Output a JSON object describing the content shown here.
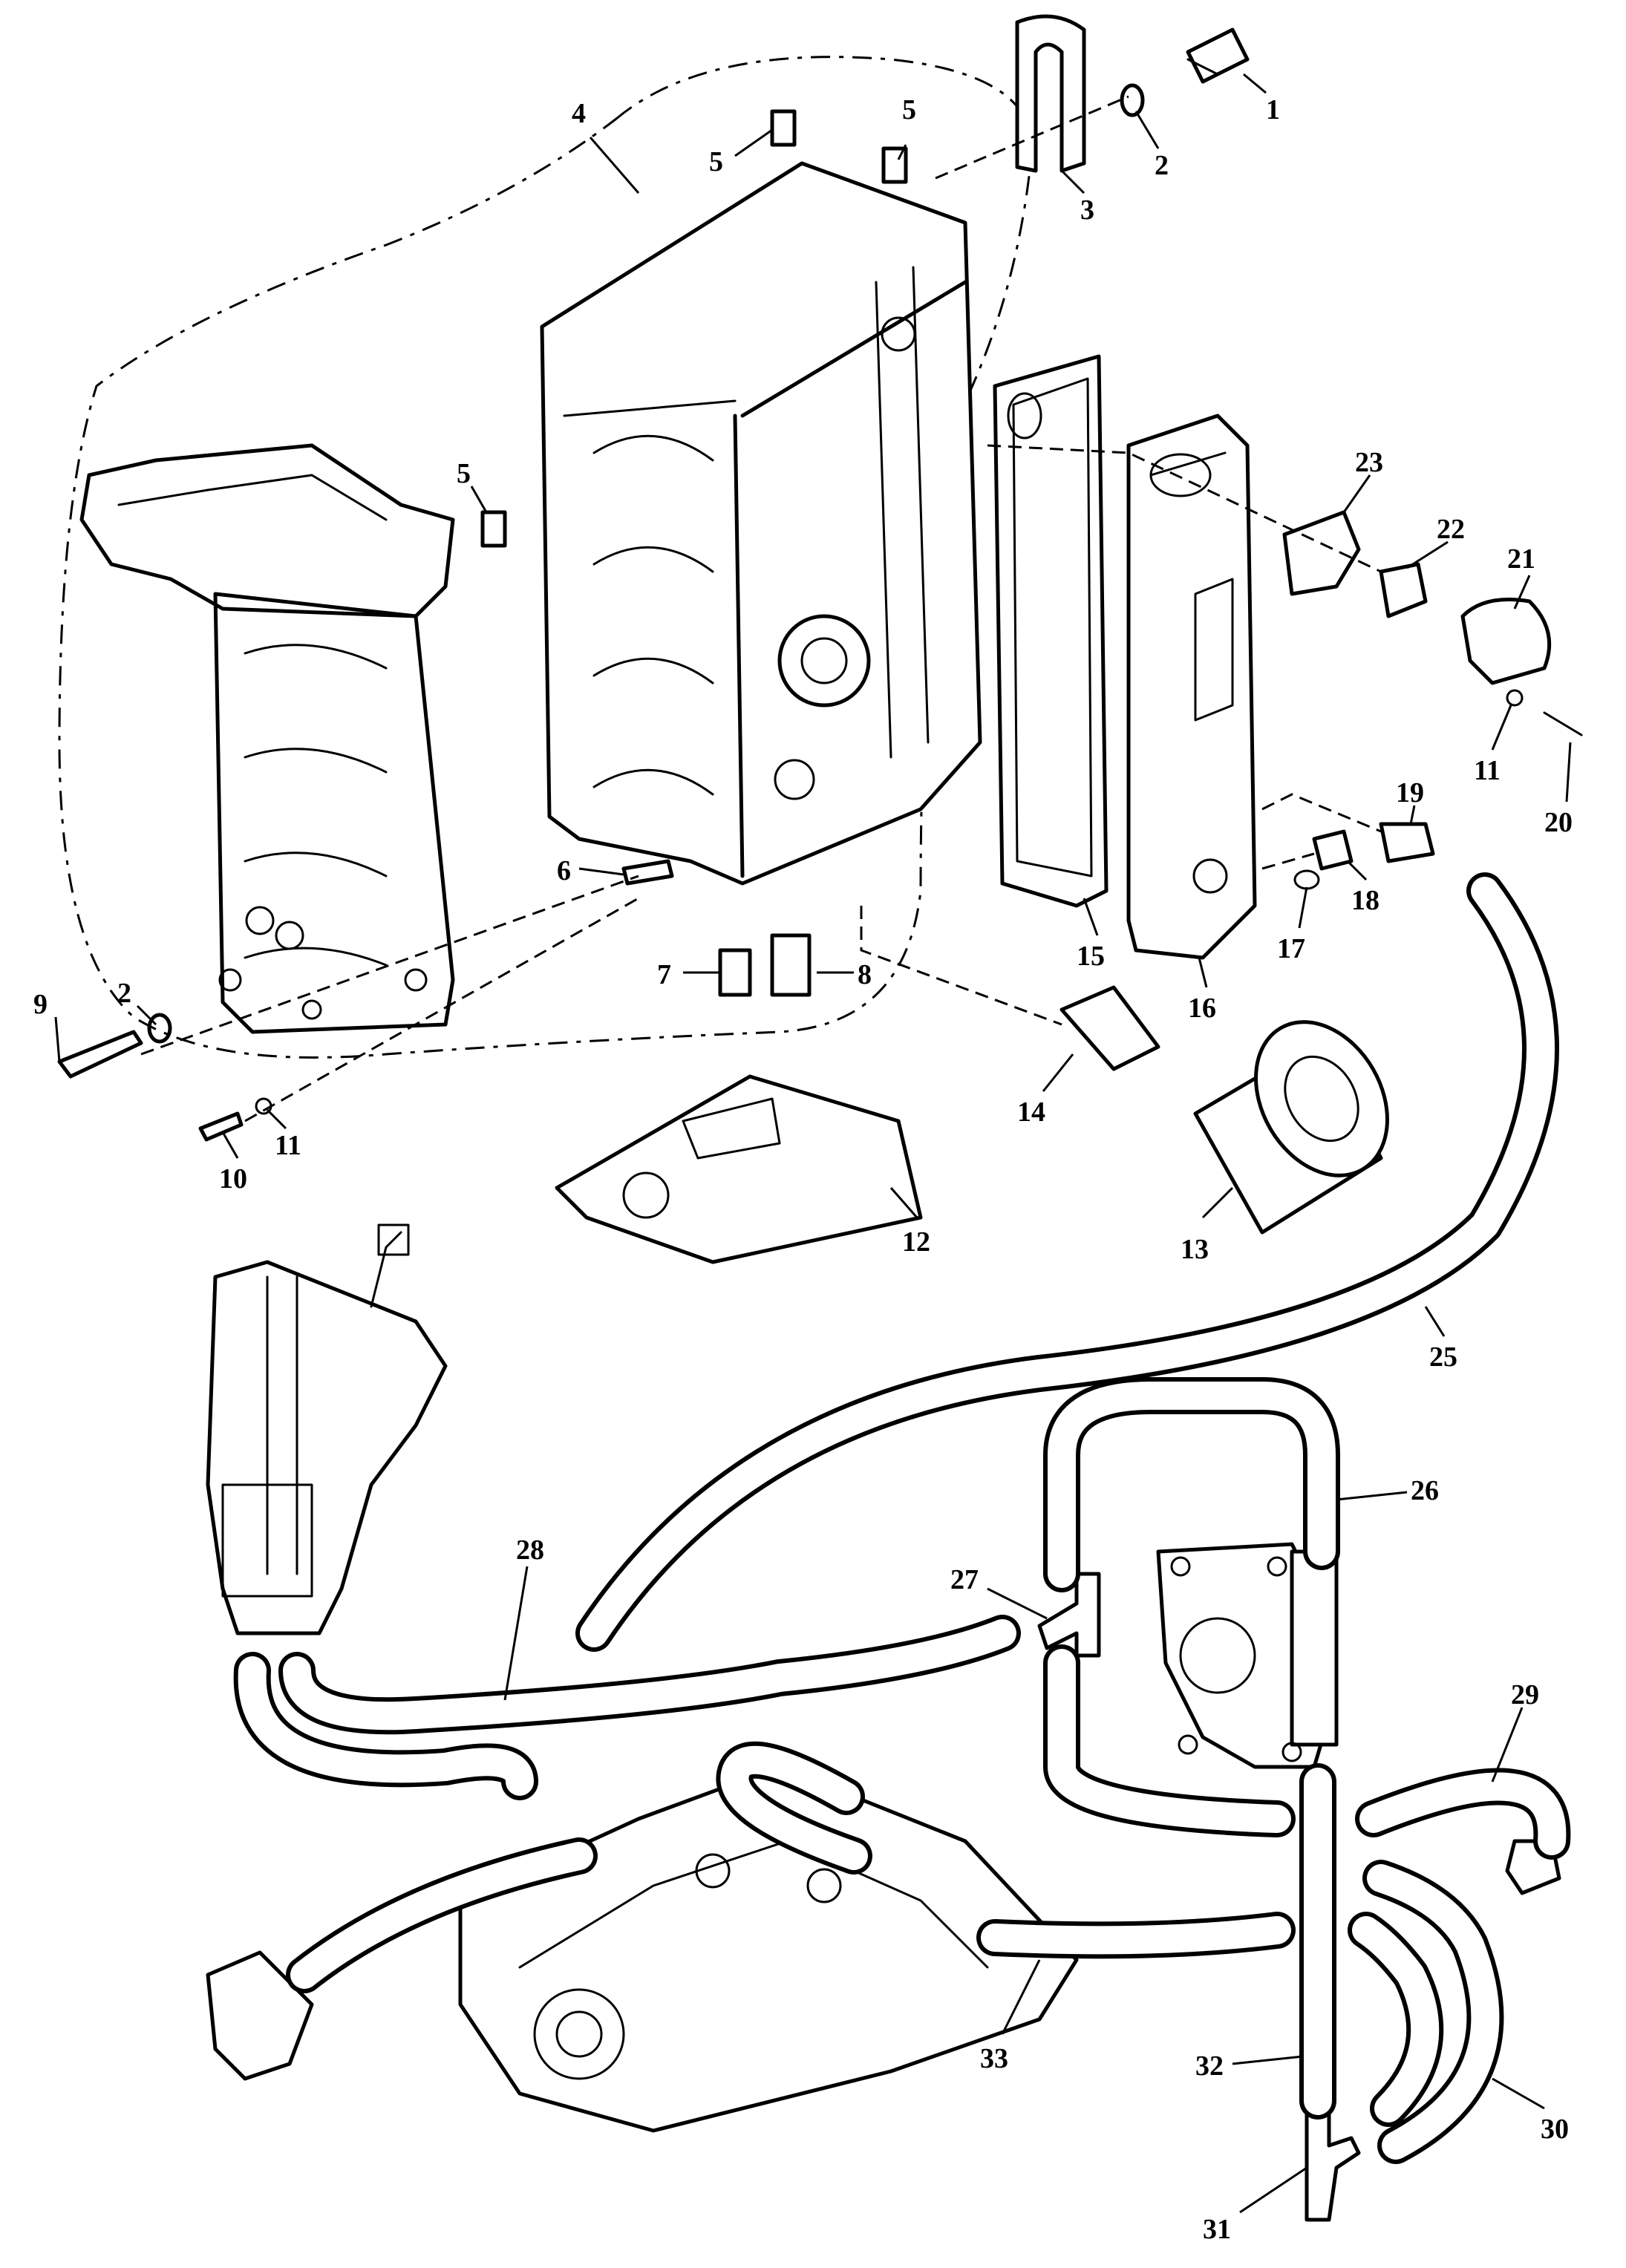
{
  "callouts": [
    {
      "text": "1"
    },
    {
      "text": "2"
    },
    {
      "text": "3"
    },
    {
      "text": "4"
    },
    {
      "text": "5"
    },
    {
      "text": "5"
    },
    {
      "text": "5"
    },
    {
      "text": "6"
    },
    {
      "text": "7"
    },
    {
      "text": "8"
    },
    {
      "text": "9"
    },
    {
      "text": "2"
    },
    {
      "text": "10"
    },
    {
      "text": "11"
    },
    {
      "text": "12"
    },
    {
      "text": "13"
    },
    {
      "text": "14"
    },
    {
      "text": "15"
    },
    {
      "text": "16"
    },
    {
      "text": "17"
    },
    {
      "text": "18"
    },
    {
      "text": "19"
    },
    {
      "text": "20"
    },
    {
      "text": "11"
    },
    {
      "text": "21"
    },
    {
      "text": "22"
    },
    {
      "text": "23"
    },
    {
      "text": "25"
    },
    {
      "text": "26"
    },
    {
      "text": "27"
    },
    {
      "text": "28"
    },
    {
      "text": "29"
    },
    {
      "text": "30"
    },
    {
      "text": "31"
    },
    {
      "text": "32"
    },
    {
      "text": "33"
    }
  ]
}
